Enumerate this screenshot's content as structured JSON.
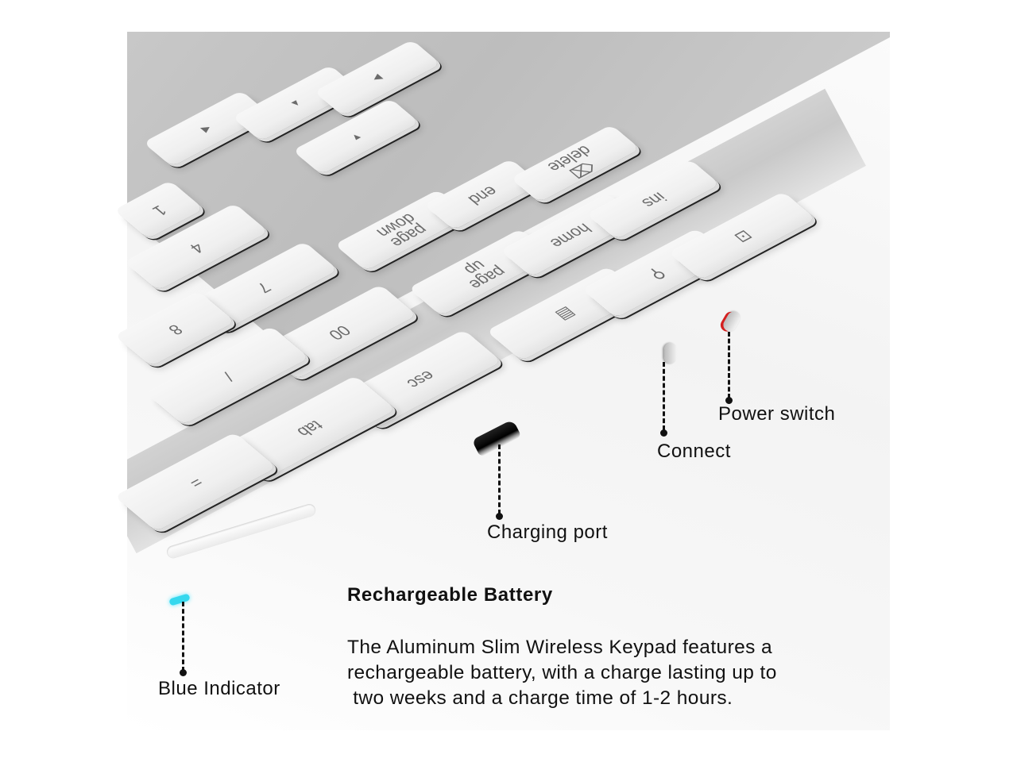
{
  "product": {
    "keys": {
      "arrow_up": "▲",
      "arrow_left": "◀",
      "arrow_right": "▶",
      "arrow_down": "▼",
      "k1": "1",
      "k4": "4",
      "k7": "7",
      "k8": "8",
      "k00": "00",
      "slash": "/",
      "equals": "=",
      "tab": "tab",
      "esc": "esc",
      "page_down": "page down",
      "page_up": "page up",
      "end": "end",
      "home": "home",
      "delete": "⌫ delete",
      "ins": "ins",
      "search": "⚲",
      "screenshot": "⊡",
      "calculator": "▤"
    }
  },
  "callouts": {
    "power_switch": "Power switch",
    "connect": "Connect",
    "charging_port": "Charging port",
    "blue_indicator": "Blue Indicator"
  },
  "feature": {
    "title": "Rechargeable Battery",
    "lines": [
      "The Aluminum Slim Wireless Keypad features a",
      "rechargeable battery, with a charge lasting up to",
      " two weeks and a charge time of 1-2 hours."
    ]
  },
  "colors": {
    "indicator": "#35d8ee",
    "power_mark": "#d41f1f",
    "aluminum": "#c8c8c8",
    "key": "#f2f2f2"
  }
}
